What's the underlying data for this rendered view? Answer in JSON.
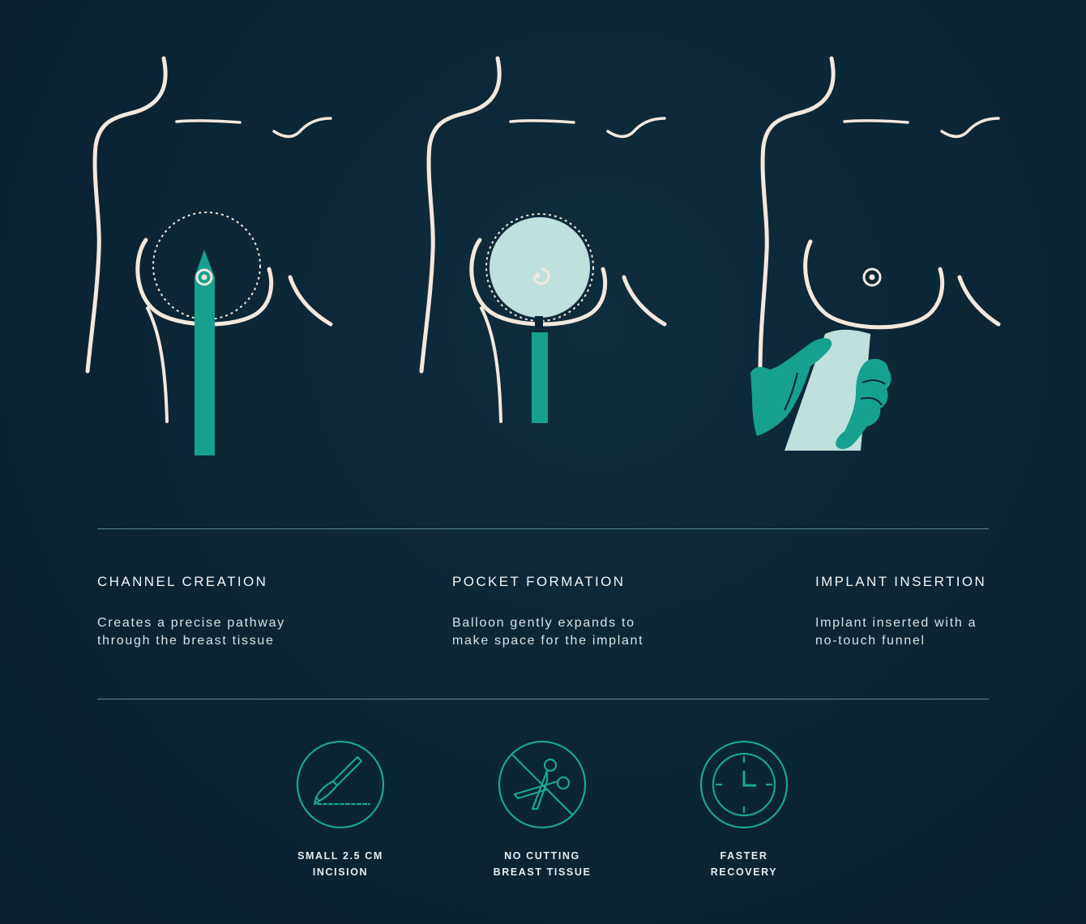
{
  "colors": {
    "background": "#0b2534",
    "outline": "#f3e8dc",
    "accent": "#16a08f",
    "balloon": "#bfe1dd",
    "divider": "#5d8a93",
    "icon_stroke": "#1aa593"
  },
  "steps": [
    {
      "title": "CHANNEL CREATION",
      "description": "Creates a precise pathway\nthrough the breast tissue",
      "illustration": "channel-creation"
    },
    {
      "title": "POCKET FORMATION",
      "description": "Balloon gently expands to\nmake space for the implant",
      "illustration": "pocket-formation"
    },
    {
      "title": "IMPLANT INSERTION",
      "description": "Implant inserted with a\nno-touch funnel",
      "illustration": "implant-insertion"
    }
  ],
  "features": [
    {
      "label": "SMALL 2.5 CM\nINCISION",
      "icon": "scalpel-icon"
    },
    {
      "label": "NO CUTTING\nBREAST TISSUE",
      "icon": "no-scissors-icon"
    },
    {
      "label": "FASTER\nRECOVERY",
      "icon": "clock-icon"
    }
  ]
}
